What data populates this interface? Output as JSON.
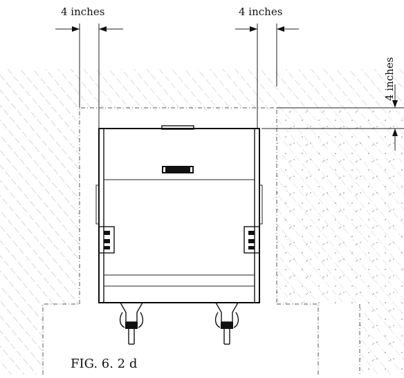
{
  "figure": {
    "caption": "FIG. 6. 2 d"
  },
  "dimensions": {
    "left_clearance": "4 inches",
    "right_clearance": "4 inches",
    "top_clearance": "4 inches"
  }
}
